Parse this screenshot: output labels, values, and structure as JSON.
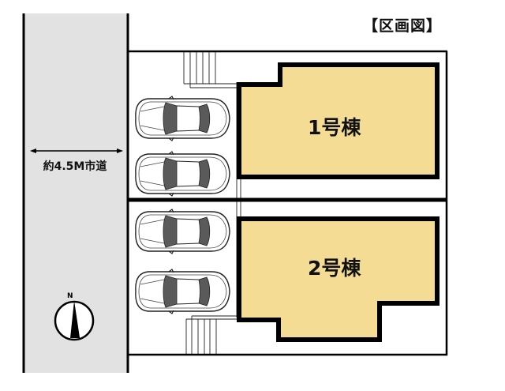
{
  "title": "【区画図】",
  "road": {
    "label": "約4.5M市道",
    "fill_color": "#e2e2e2"
  },
  "buildings": [
    {
      "label": "1号棟",
      "fill_color": "#f5dc94"
    },
    {
      "label": "2号棟",
      "fill_color": "#f5dc94"
    }
  ],
  "parking": {
    "car_count": 4,
    "rows": [
      {
        "lot": "1号棟",
        "cars": 2
      },
      {
        "lot": "2号棟",
        "cars": 2
      }
    ]
  },
  "compass": {
    "label": "N"
  },
  "colors": {
    "outline": "#000000",
    "road": "#e2e2e2",
    "building": "#f5dc94",
    "window": "#5a5a5a"
  }
}
